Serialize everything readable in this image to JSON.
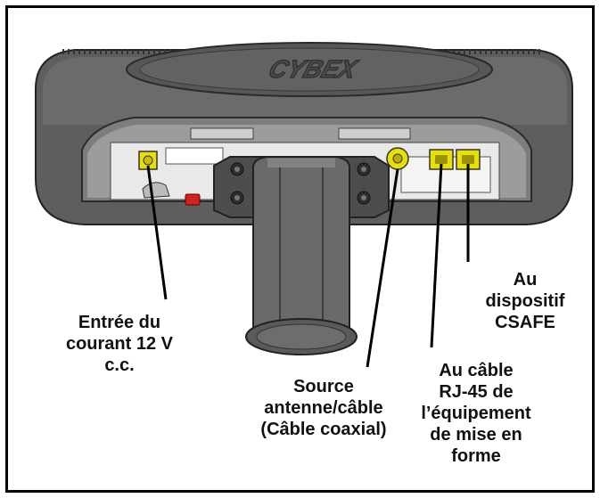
{
  "brand": {
    "logo_text": "CYBEX"
  },
  "labels": {
    "power": {
      "lines": [
        "Entrée du",
        "courant 12 V",
        "c.c."
      ]
    },
    "antenna": {
      "lines": [
        "Source",
        "antenne/câble",
        "(Câble coaxial)"
      ]
    },
    "rj45": {
      "lines": [
        "Au câble",
        "RJ-45 de",
        "l’équipement",
        "de mise en",
        "forme"
      ]
    },
    "csafe": {
      "lines": [
        "Au",
        "dispositif",
        "CSAFE"
      ]
    }
  },
  "colors": {
    "housing": "#5e5e5e",
    "housing_light": "#8a8a8a",
    "connector_yellow": "#e8e000",
    "red_button": "#d42020",
    "leader_line": "#000000"
  }
}
